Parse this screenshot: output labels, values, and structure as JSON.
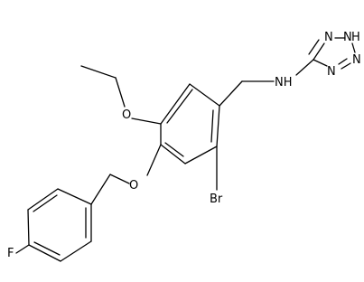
{
  "molecule": {
    "atoms": {
      "oxygen_ethoxy": "O",
      "oxygen_benzyloxy": "O",
      "bromine": "Br",
      "fluorine": "F",
      "amine": "NH",
      "tetrazole_n_left": "N",
      "tetrazole_nh": "N",
      "tetrazole_h": "H",
      "tetrazole_n_right": "N",
      "tetrazole_n_bottom": "N"
    }
  }
}
